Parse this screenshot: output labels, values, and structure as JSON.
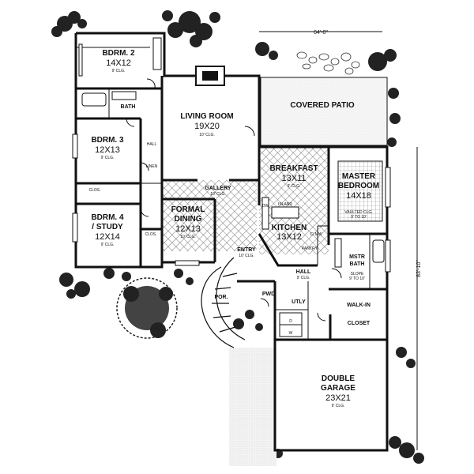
{
  "dimensions": {
    "width": "64'-0\"",
    "depth": "83'-10\""
  },
  "rooms": {
    "bdrm2": {
      "name": "BDRM. 2",
      "size": "14X12",
      "ceiling": "9' CLG."
    },
    "bath": {
      "name": "BATH"
    },
    "bdrm3": {
      "name": "BDRM. 3",
      "size": "12X13",
      "ceiling": "9' CLG."
    },
    "hall_w": {
      "name": "HALL"
    },
    "linen": {
      "name": "LINEN"
    },
    "clos_w": {
      "name": "CLOS."
    },
    "bdrm4": {
      "name": "BDRM. 4",
      "name2": "/ STUDY",
      "size": "12X14",
      "ceiling": "9' CLG."
    },
    "clos_b4": {
      "name": "CLOS."
    },
    "living": {
      "name": "LIVING ROOM",
      "size": "19X20",
      "ceiling": "10' CLG."
    },
    "patio": {
      "name": "COVERED PATIO"
    },
    "gallery": {
      "name": "GALLERY",
      "ceiling": "10' CLG."
    },
    "dining": {
      "name": "FORMAL",
      "name2": "DINING",
      "size": "12X13",
      "ceiling": "10' CLG."
    },
    "breakfast": {
      "name": "BREAKFAST",
      "size": "13X11",
      "ceiling": "9' CLG."
    },
    "kitchen": {
      "name": "KITCHEN",
      "size": "13X12",
      "island": "ISLAND",
      "pantry": "PANTRY",
      "dw": "DW",
      "cw": "C/ MW"
    },
    "entry": {
      "name": "ENTRY",
      "ceiling": "10' CLG."
    },
    "master": {
      "name": "MASTER",
      "name2": "BEDROOM",
      "size": "14X18",
      "ceiling": "VAULTED CLG.",
      "ceiling2": "9' TO 10'"
    },
    "mstr_bath": {
      "name": "MSTR",
      "name2": "BATH",
      "slope": "SLOPE",
      "slope2": "9' TO 10'"
    },
    "hall_e": {
      "name": "HALL",
      "ceiling": "9' CLG."
    },
    "walkin": {
      "name": "WALK-IN",
      "name2": "CLOSET"
    },
    "porch": {
      "name": "POR."
    },
    "pwd": {
      "name": "PWD"
    },
    "utly": {
      "name": "UTLY"
    },
    "utly_d": {
      "name": "D"
    },
    "utly_w": {
      "name": "W"
    },
    "garage": {
      "name": "DOUBLE",
      "name2": "GARAGE",
      "size": "23X21",
      "ceiling": "9' CLG."
    }
  }
}
